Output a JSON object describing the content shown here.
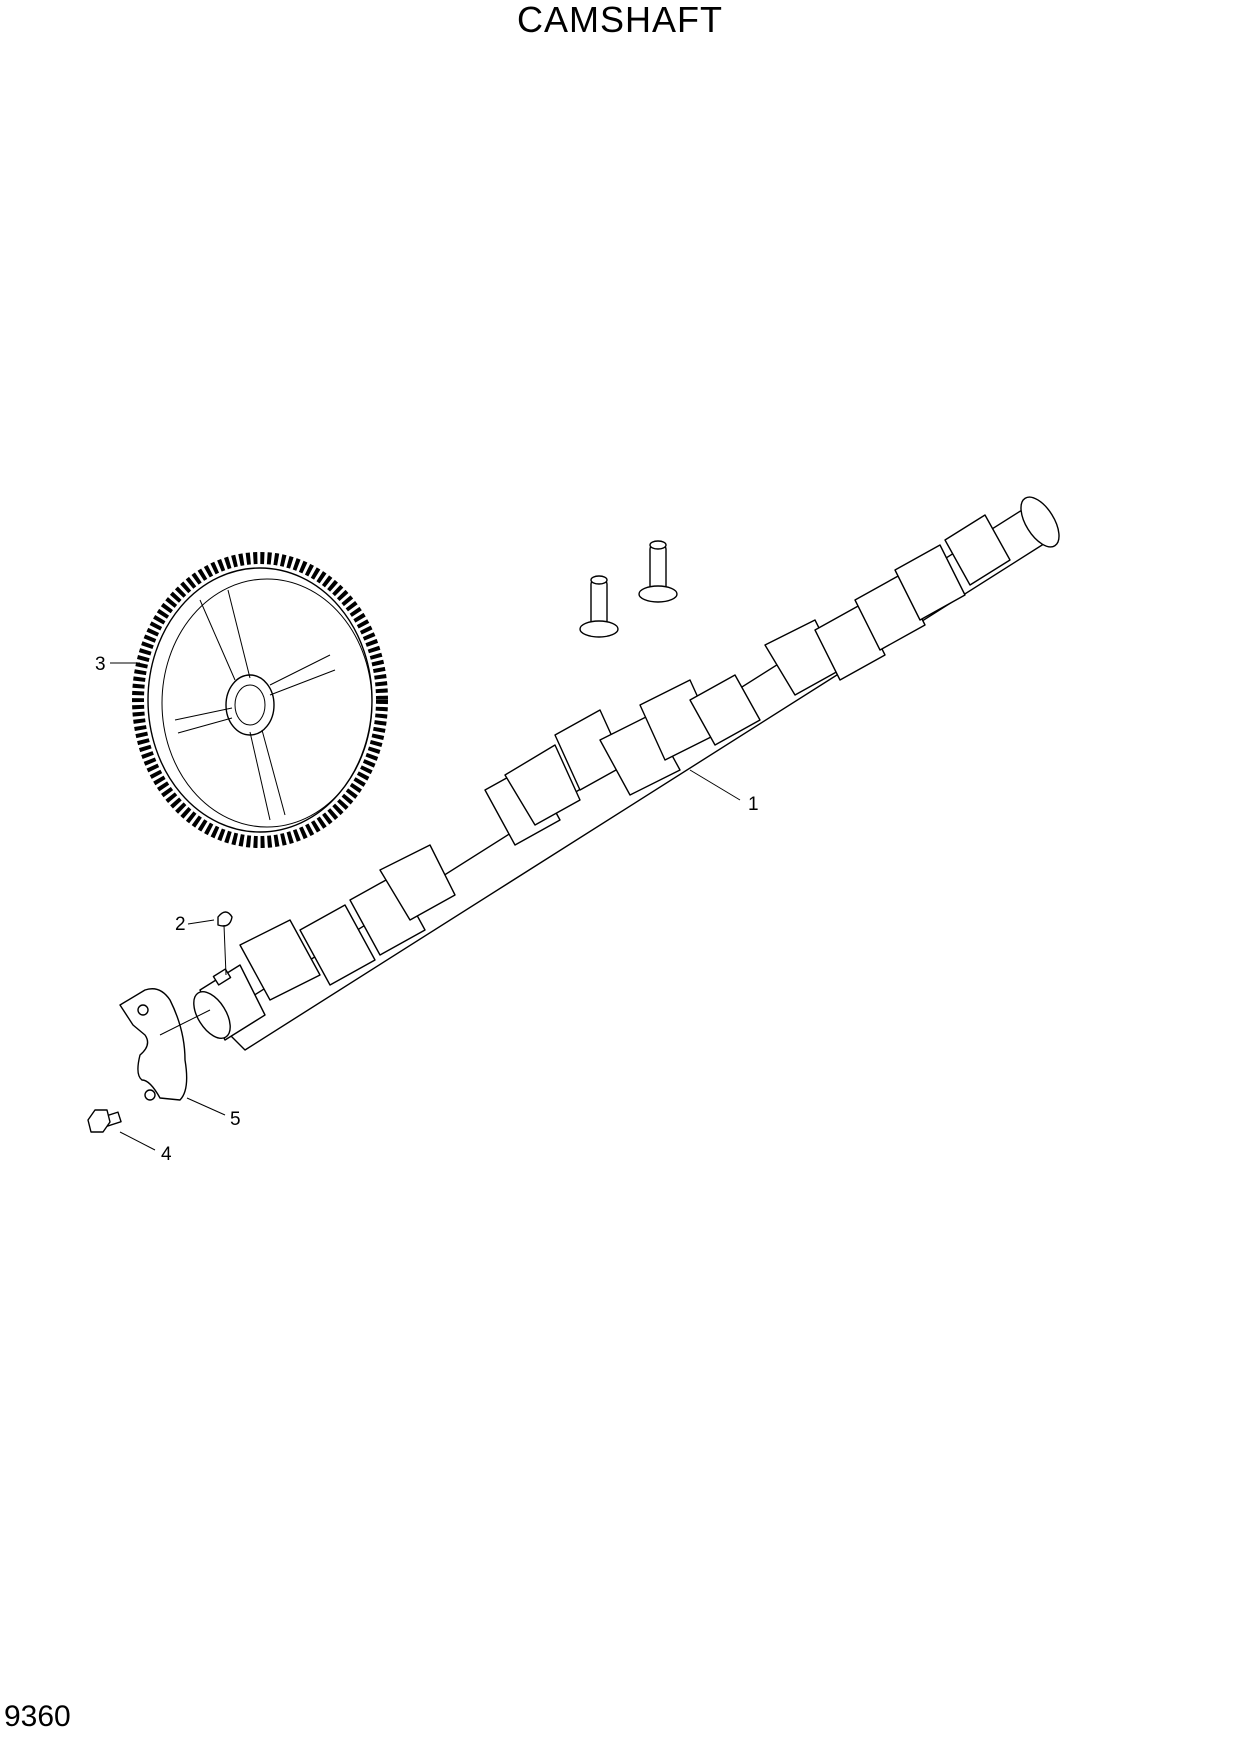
{
  "header": {
    "title": "CAMSHAFT"
  },
  "footer": {
    "page_number": "9360"
  },
  "callouts": [
    {
      "id": "1",
      "label": "1"
    },
    {
      "id": "2",
      "label": "2"
    },
    {
      "id": "3",
      "label": "3"
    },
    {
      "id": "4",
      "label": "4"
    },
    {
      "id": "5",
      "label": "5"
    }
  ]
}
